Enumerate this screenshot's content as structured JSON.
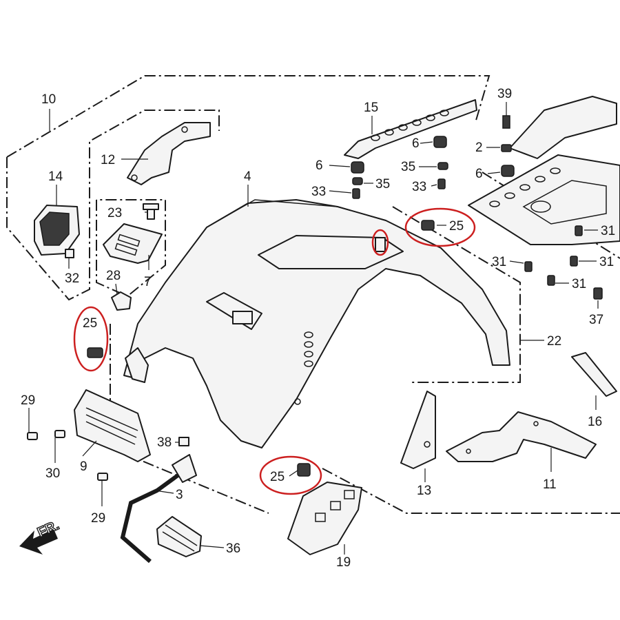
{
  "diagram": {
    "front_arrow_label": "FR.",
    "highlight_color": "#cc1f1f",
    "callouts": [
      {
        "id": "c10",
        "text": "10"
      },
      {
        "id": "c12",
        "text": "12"
      },
      {
        "id": "c14",
        "text": "14"
      },
      {
        "id": "c32",
        "text": "32"
      },
      {
        "id": "c23",
        "text": "23"
      },
      {
        "id": "c28",
        "text": "28"
      },
      {
        "id": "c7",
        "text": "7"
      },
      {
        "id": "c25a",
        "text": "25"
      },
      {
        "id": "c29a",
        "text": "29"
      },
      {
        "id": "c30",
        "text": "30"
      },
      {
        "id": "c9",
        "text": "9"
      },
      {
        "id": "c29b",
        "text": "29"
      },
      {
        "id": "c38",
        "text": "38"
      },
      {
        "id": "c3",
        "text": "3"
      },
      {
        "id": "c36",
        "text": "36"
      },
      {
        "id": "c4",
        "text": "4"
      },
      {
        "id": "c15",
        "text": "15"
      },
      {
        "id": "c6a",
        "text": "6"
      },
      {
        "id": "c6b",
        "text": "6"
      },
      {
        "id": "c35a",
        "text": "35"
      },
      {
        "id": "c35b",
        "text": "35"
      },
      {
        "id": "c33a",
        "text": "33"
      },
      {
        "id": "c33b",
        "text": "33"
      },
      {
        "id": "c39",
        "text": "39"
      },
      {
        "id": "c2",
        "text": "2"
      },
      {
        "id": "c6c",
        "text": "6"
      },
      {
        "id": "c25b",
        "text": "25"
      },
      {
        "id": "c31a",
        "text": "31"
      },
      {
        "id": "c31b",
        "text": "31"
      },
      {
        "id": "c31c",
        "text": "31"
      },
      {
        "id": "c31d",
        "text": "31"
      },
      {
        "id": "c37",
        "text": "37"
      },
      {
        "id": "c22",
        "text": "22"
      },
      {
        "id": "c16",
        "text": "16"
      },
      {
        "id": "c13",
        "text": "13"
      },
      {
        "id": "c11",
        "text": "11"
      },
      {
        "id": "c25c",
        "text": "25"
      },
      {
        "id": "c19",
        "text": "19"
      }
    ]
  }
}
